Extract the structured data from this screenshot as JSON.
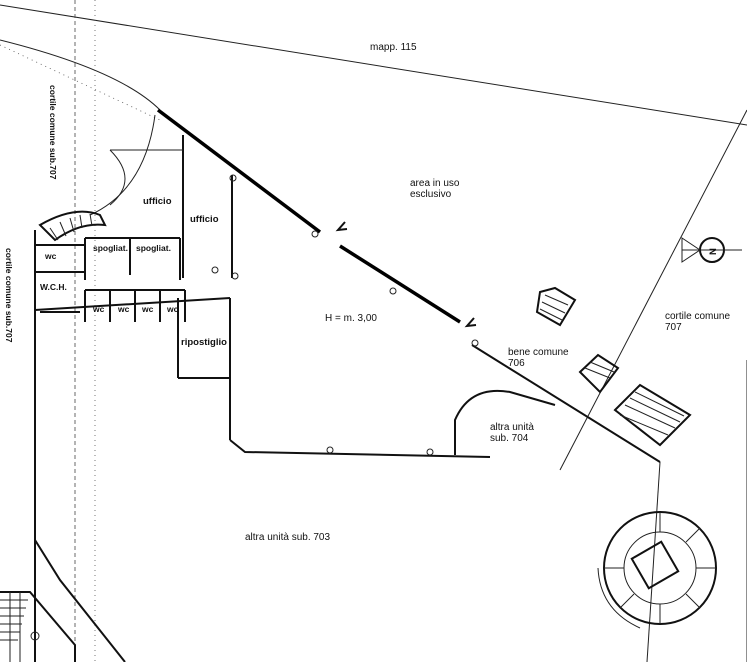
{
  "labels": {
    "mapp": "mapp. 115",
    "cortile_left_top": "cortile comune sub.707",
    "cortile_left": "cortile comune sub.707",
    "area_uso": "area in uso",
    "esclusivo": "esclusivo",
    "ufficio_1": "ufficio",
    "ufficio_2": "ufficio",
    "spogliat_1": "spogliat.",
    "spogliat_2": "spogliat.",
    "wc_top": "wc",
    "wch": "W.C.H.",
    "wc_1": "wc",
    "wc_2": "wc",
    "wc_3": "wc",
    "wc_4": "wc",
    "ripostiglio": "ripostiglio",
    "height": "H = m. 3,00",
    "bene_comune": "bene comune",
    "bene_num": "706",
    "altra_unita": "altra unità",
    "sub_704": "sub. 704",
    "cortile_right": "cortile comune",
    "cortile_right_num": "707",
    "altra_703": "altra unità sub. 703",
    "north": "N"
  }
}
